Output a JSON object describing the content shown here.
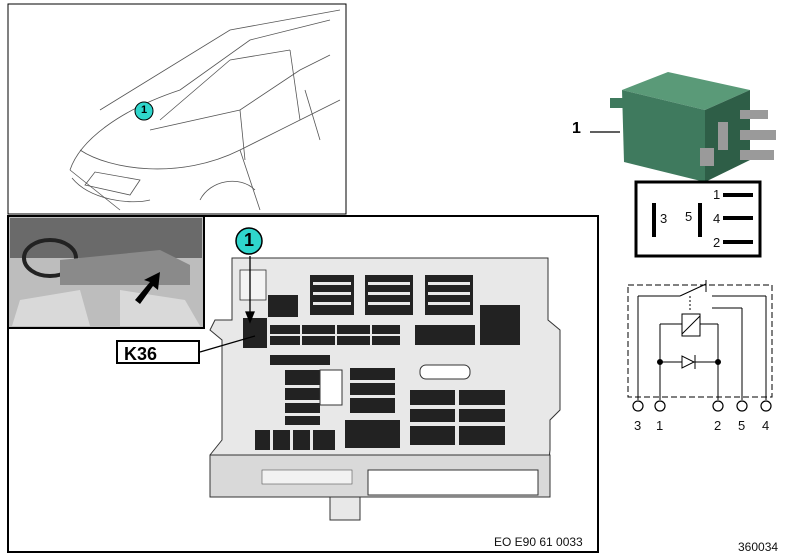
{
  "callouts": {
    "car_callout": "1",
    "fusebox_callout": "1",
    "relay_callout": "1"
  },
  "component_label": "K36",
  "drawing_code": "EO E90 61 0033",
  "reference_number": "360034",
  "relay_face": {
    "left_pins": [
      "3",
      "5"
    ],
    "right_pins": [
      "1",
      "4",
      "2"
    ]
  },
  "schematic": {
    "pin_labels": [
      "3",
      "1",
      "2",
      "5",
      "4"
    ]
  },
  "colors": {
    "callout_fill": "#2fd6cc",
    "relay_green": "#3f7a5e",
    "panel_bg": "#ffffff"
  }
}
